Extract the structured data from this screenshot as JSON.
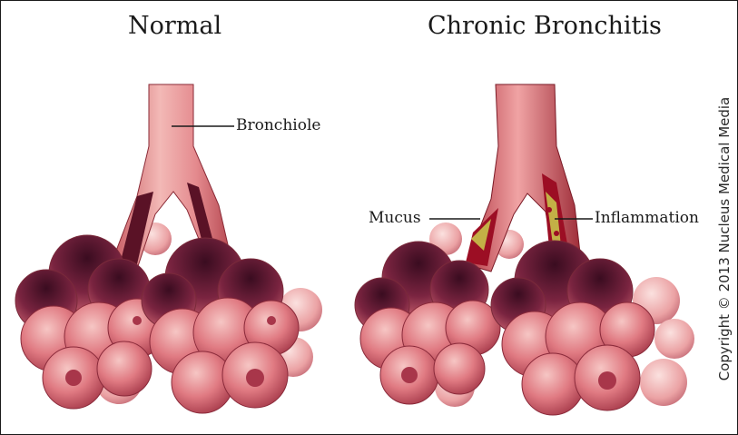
{
  "titles": {
    "left": "Normal",
    "right": "Chronic Bronchitis"
  },
  "labels": {
    "bronchiole": "Bronchiole",
    "mucus": "Mucus",
    "inflammation": "Inflammation"
  },
  "copyright": "Copyright © 2013 Nucleus Medical Media",
  "colors": {
    "tissue_light": "#f2b1b0",
    "tissue_mid": "#d9626c",
    "tissue_dark": "#5e1830",
    "inflamed": "#a8102a",
    "mucus": "#c8c24a"
  }
}
